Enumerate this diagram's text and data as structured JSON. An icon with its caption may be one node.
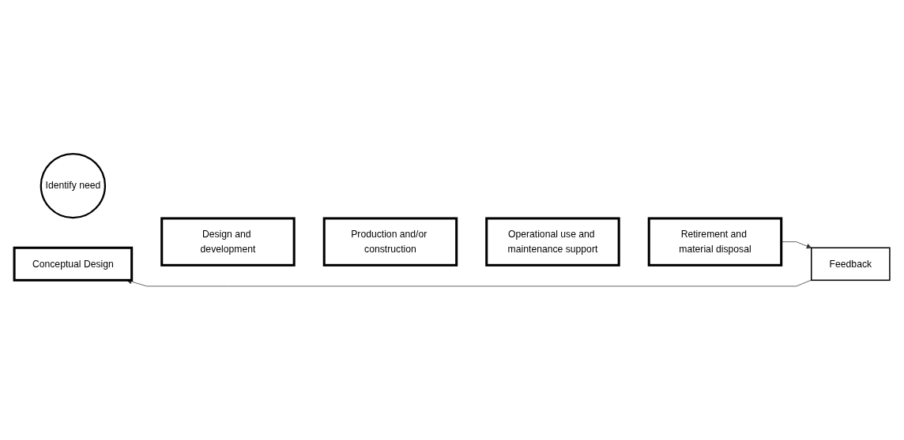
{
  "diagram": {
    "nodes": [
      {
        "text": [
          "Identify need"
        ]
      },
      {
        "text": [
          "Conceptual Design"
        ]
      },
      {
        "text": [
          "Design and development"
        ]
      },
      {
        "text": [
          "Production and/or construction"
        ]
      },
      {
        "text": [
          "Operational use and maintenance support"
        ]
      },
      {
        "text": [
          "Retirement and material disposal"
        ]
      },
      {
        "text": [
          "Feedback"
        ]
      }
    ],
    "edges": [
      {
        "from": 5,
        "to": 6,
        "arrow": "to"
      },
      {
        "from": 6,
        "to": 1,
        "arrow": "to"
      }
    ]
  }
}
